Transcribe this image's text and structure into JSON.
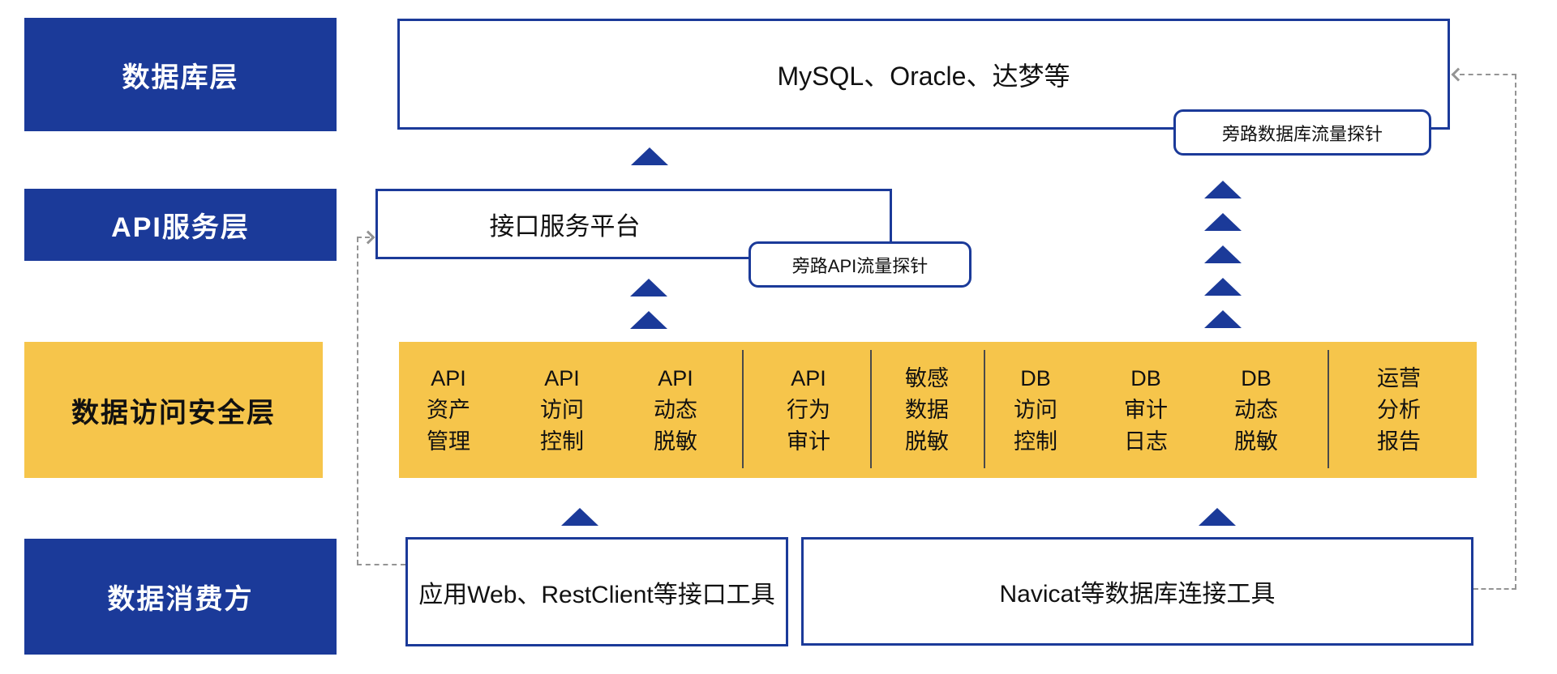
{
  "colors": {
    "blue": "#1b3a99",
    "yellow": "#f6c54b",
    "dash": "#949494",
    "divider": "#4a4a4a",
    "text": "#111111",
    "white": "#ffffff"
  },
  "layer_labels": {
    "database": "数据库层",
    "api_service": "API服务层",
    "security": "数据访问安全层",
    "consumer": "数据消费方"
  },
  "boxes": {
    "database_systems": "MySQL、Oracle、达梦等",
    "api_platform": "接口服务平台",
    "web_tools": "应用Web、RestClient等接口工具",
    "db_tools": "Navicat等数据库连接工具"
  },
  "probes": {
    "db_probe": "旁路数据库流量探针",
    "api_probe": "旁路API流量探针"
  },
  "security_items": [
    {
      "lines": [
        "API",
        "资产",
        "管理"
      ]
    },
    {
      "lines": [
        "API",
        "访问",
        "控制"
      ]
    },
    {
      "lines": [
        "API",
        "动态",
        "脱敏"
      ]
    },
    {
      "lines": [
        "API",
        "行为",
        "审计"
      ]
    },
    {
      "lines": [
        "敏感",
        "数据",
        "脱敏"
      ]
    },
    {
      "lines": [
        "DB",
        "访问",
        "控制"
      ]
    },
    {
      "lines": [
        "DB",
        "审计",
        "日志"
      ]
    },
    {
      "lines": [
        "DB",
        "动态",
        "脱敏"
      ]
    },
    {
      "lines": [
        "运营",
        "分析",
        "报告"
      ]
    }
  ]
}
